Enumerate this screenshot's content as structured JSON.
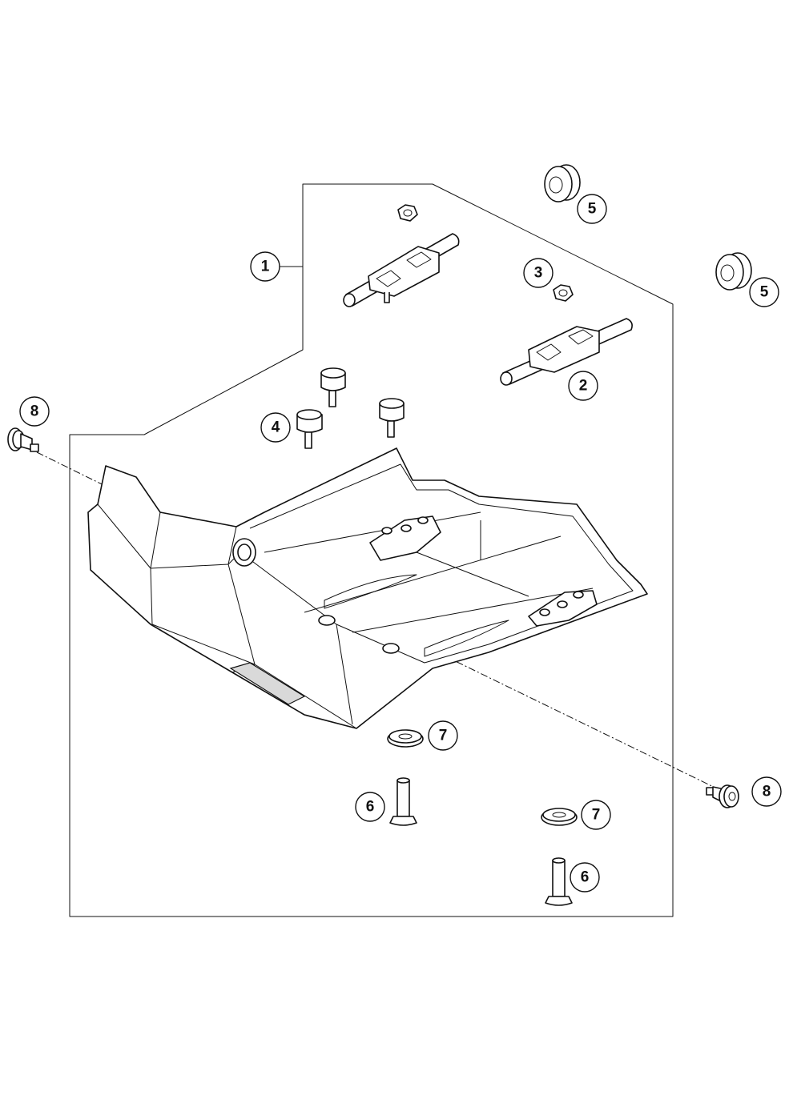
{
  "callouts": [
    {
      "id": "c1",
      "label": "1"
    },
    {
      "id": "c2",
      "label": "2"
    },
    {
      "id": "c3",
      "label": "3"
    },
    {
      "id": "c4",
      "label": "4"
    },
    {
      "id": "c5a",
      "label": "5"
    },
    {
      "id": "c5b",
      "label": "5"
    },
    {
      "id": "c6a",
      "label": "6"
    },
    {
      "id": "c6b",
      "label": "6"
    },
    {
      "id": "c7a",
      "label": "7"
    },
    {
      "id": "c7b",
      "label": "7"
    },
    {
      "id": "c8a",
      "label": "8"
    },
    {
      "id": "c8b",
      "label": "8"
    }
  ]
}
